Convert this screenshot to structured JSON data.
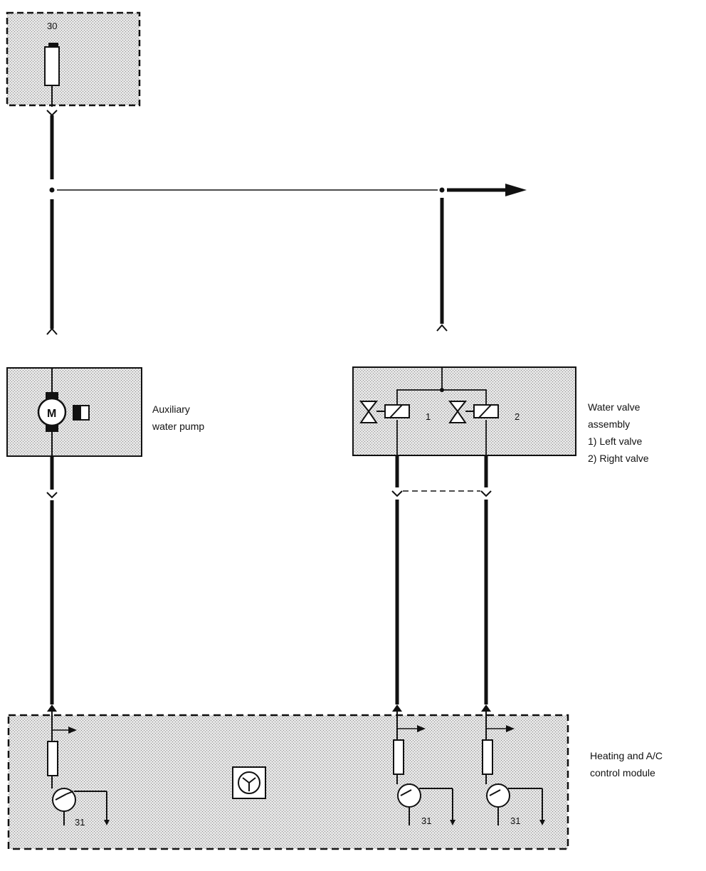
{
  "components": {
    "power_supply": {
      "terminal": "30"
    },
    "aux_pump": {
      "label_line1": "Auxiliary",
      "label_line2": "water pump",
      "motor_symbol": "M"
    },
    "water_valve": {
      "label_line1": "Water valve",
      "label_line2": "assembly",
      "label_line3": "1)  Left valve",
      "label_line4": "2)  Right  valve",
      "valve1_number": "1",
      "valve2_number": "2"
    },
    "control_module": {
      "label_line1": "Heating and A/C",
      "label_line2": "control module",
      "ground_terminal_left": "31",
      "ground_terminal_mid": "31",
      "ground_terminal_right": "31"
    }
  },
  "colors": {
    "stroke": "#111111",
    "box_fill": "#d6d6d6"
  }
}
